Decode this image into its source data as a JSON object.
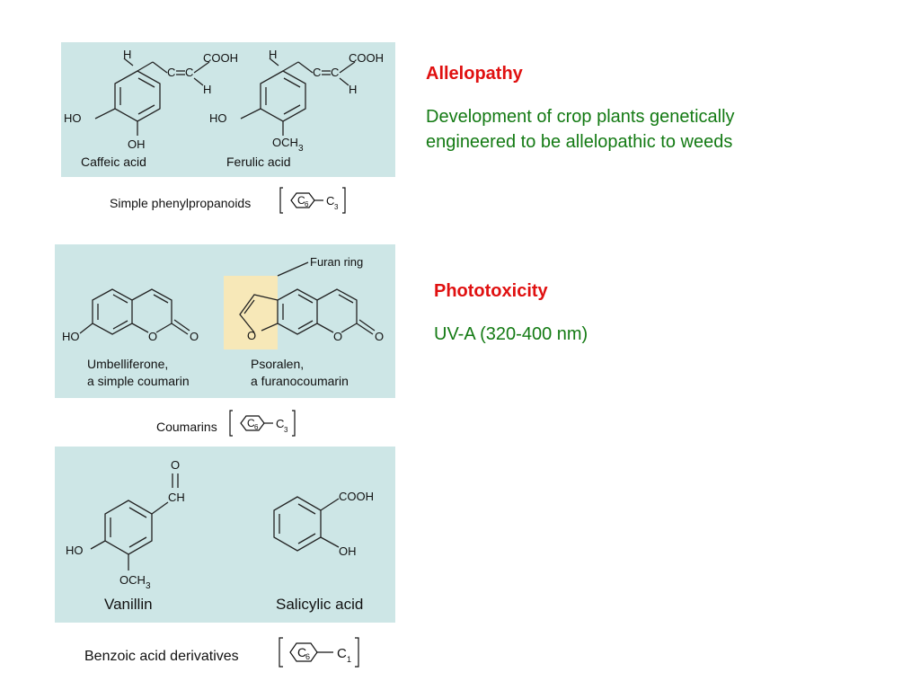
{
  "panels": {
    "phenylpropanoids": {
      "compounds": [
        {
          "name": "Caffeic acid",
          "labels": {
            "h1": "H",
            "h2": "H",
            "cooh": "COOH",
            "ho": "HO",
            "sub": "OH"
          }
        },
        {
          "name": "Ferulic acid",
          "labels": {
            "h1": "H",
            "h2": "H",
            "cooh": "COOH",
            "ho": "HO",
            "sub": "OCH",
            "sub_index": "3"
          }
        }
      ],
      "caption": "Simple phenylpropanoids",
      "formula": {
        "ring": "C",
        "ring_index": "6",
        "chain": "C",
        "chain_index": "3"
      }
    },
    "coumarins": {
      "callout": "Furan ring",
      "compounds": [
        {
          "name_line1": "Umbelliferone,",
          "name_line2": "a simple coumarin",
          "labels": {
            "ho": "HO",
            "o_ring": "O",
            "o_keto": "O"
          }
        },
        {
          "name_line1": "Psoralen,",
          "name_line2": "a furanocoumarin",
          "labels": {
            "o_furan": "O",
            "o_ring": "O",
            "o_keto": "O"
          }
        }
      ],
      "caption": "Coumarins",
      "formula": {
        "ring": "C",
        "ring_index": "6",
        "chain": "C",
        "chain_index": "3"
      }
    },
    "benzoic": {
      "compounds": [
        {
          "name": "Vanillin",
          "labels": {
            "o": "O",
            "ch": "CH",
            "ho": "HO",
            "sub": "OCH",
            "sub_index": "3"
          }
        },
        {
          "name": "Salicylic acid",
          "labels": {
            "cooh": "COOH",
            "oh": "OH"
          }
        }
      ],
      "caption": "Benzoic acid derivatives",
      "formula": {
        "ring": "C",
        "ring_index": "6",
        "chain": "C",
        "chain_index": "1"
      }
    }
  },
  "notes": {
    "allelopathy": {
      "heading": "Allelopathy",
      "text_line1": "Development of crop plants genetically",
      "text_line2": "engineered to be allelopathic to weeds"
    },
    "phototoxicity": {
      "heading": "Phototoxicity",
      "text": "UV-A (320-400 nm)"
    }
  },
  "colors": {
    "panel_bg": "#cde6e6",
    "furan_highlight": "#f7e8b8",
    "heading": "#e01010",
    "body_text": "#137a13"
  }
}
